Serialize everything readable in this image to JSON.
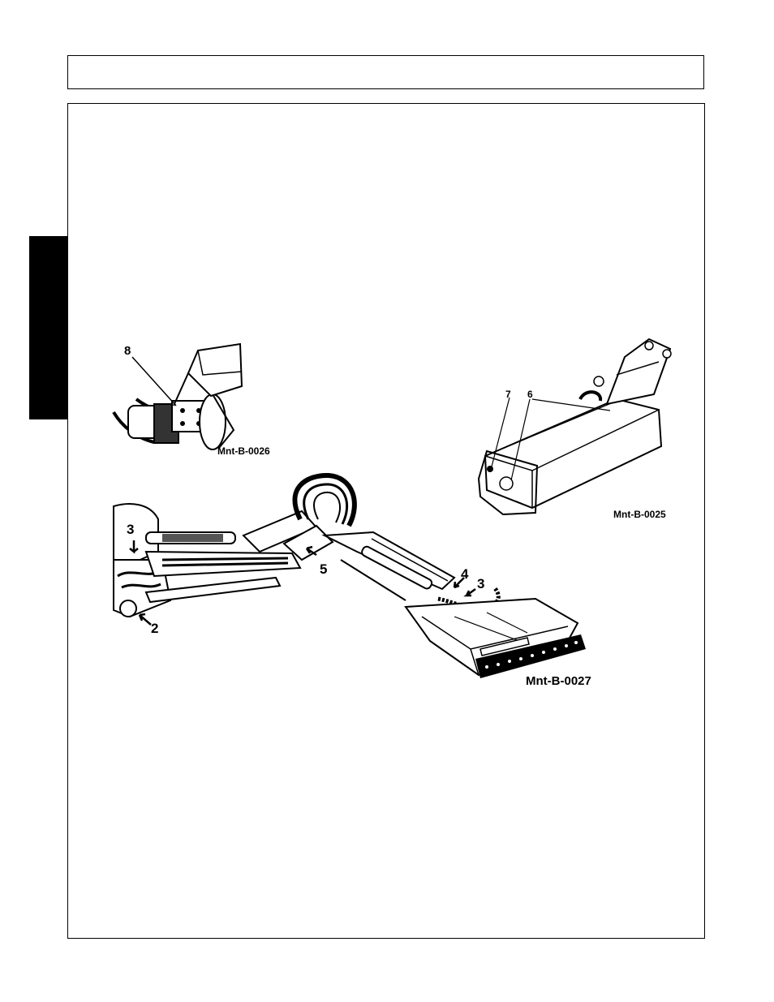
{
  "figures": {
    "mnt_b_0026": {
      "caption": "Mnt-B-0026",
      "callouts": [
        "8"
      ]
    },
    "mnt_b_0025": {
      "caption": "Mnt-B-0025",
      "callouts": [
        "7",
        "6"
      ]
    },
    "mnt_b_0027": {
      "caption": "Mnt-B-0027",
      "callouts": [
        "3",
        "5",
        "2",
        "4",
        "3"
      ]
    }
  },
  "icons": {
    "section_tab": "black-section-tab"
  }
}
